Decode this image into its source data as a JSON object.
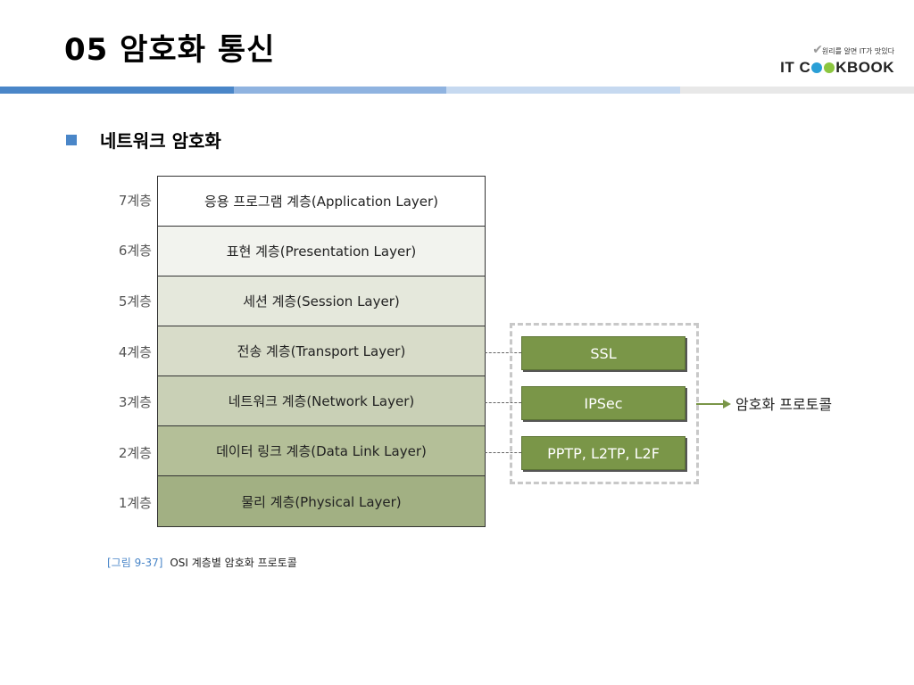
{
  "slide": {
    "title": "05 암호화 통신",
    "bullet": "네트워크 암호화"
  },
  "logo": {
    "tagline": "원리를 알면 IT가 맛있다",
    "check": "✔",
    "word_prefix": "IT C",
    "word_suffix": "KBOOK"
  },
  "osi_layers": [
    {
      "number": "7계층",
      "name": "응용 프로그램 계층(Application Layer)",
      "color": "#ffffff"
    },
    {
      "number": "6계층",
      "name": "표현 계층(Presentation Layer)",
      "color": "#f2f3ee"
    },
    {
      "number": "5계층",
      "name": "세션 계층(Session Layer)",
      "color": "#e5e8dc"
    },
    {
      "number": "4계층",
      "name": "전송 계층(Transport Layer)",
      "color": "#d8dcc9"
    },
    {
      "number": "3계층",
      "name": "네트워크 계층(Network Layer)",
      "color": "#c9d0b6"
    },
    {
      "number": "2계층",
      "name": "데이터 링크 계층(Data Link Layer)",
      "color": "#b4bf98"
    },
    {
      "number": "1계층",
      "name": "물리 계층(Physical Layer)",
      "color": "#a2b083"
    }
  ],
  "protocols": [
    "SSL",
    "IPSec",
    "PPTP, L2TP, L2F"
  ],
  "protocol_group_label": "암호화 프로토콜",
  "caption": {
    "figure_number": "[그림 9-37]",
    "text": "OSI 계층별 암호화 프로토콜"
  },
  "colors": {
    "accent_blue": "#4a86c8",
    "protocol_green": "#7a9648"
  }
}
